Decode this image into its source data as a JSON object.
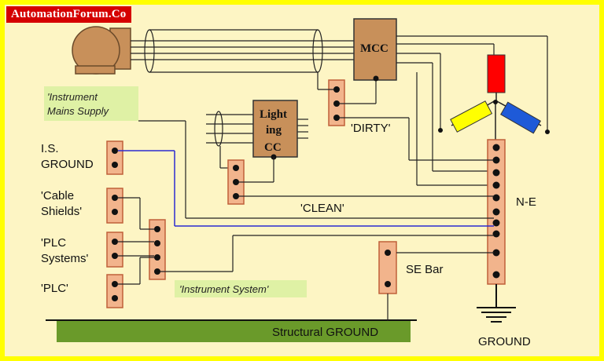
{
  "brand": "AutomationForum.Co",
  "labels": {
    "mcc": "MCC",
    "lighting_1": "Light",
    "lighting_2": "ing",
    "lighting_3": "CC",
    "dirty": "'DIRTY'",
    "clean": "'CLEAN'",
    "instrument_mains_1": "'Instrument",
    "instrument_mains_2": "Mains Supply",
    "is_ground_1": "I.S.",
    "is_ground_2": "GROUND",
    "cable_shields_1": "'Cable",
    "cable_shields_2": "Shields'",
    "plc_systems_1": "'PLC",
    "plc_systems_2": "Systems'",
    "plc": "'PLC'",
    "instrument_system": "'Instrument System'",
    "ne": "N-E",
    "se_bar": "SE Bar",
    "structural_ground": "Structural GROUND",
    "ground": "GROUND"
  },
  "colors": {
    "frame": "#ffff00",
    "background": "#fdf5c4",
    "brand_bg": "#d50000",
    "terminal": "#f2b48c",
    "terminal_edge": "#c0603a",
    "box": "#c8905a",
    "structural_ground": "#6a9a2a",
    "highlight": "#d9f0a0",
    "coil_red": "#ff0000",
    "coil_yellow": "#ffff00",
    "coil_blue": "#1e5ad8",
    "is_wire": "#2b2bd0"
  },
  "icons": [
    "motor-icon",
    "transformer-star-icon",
    "earth-ground-icon"
  ]
}
